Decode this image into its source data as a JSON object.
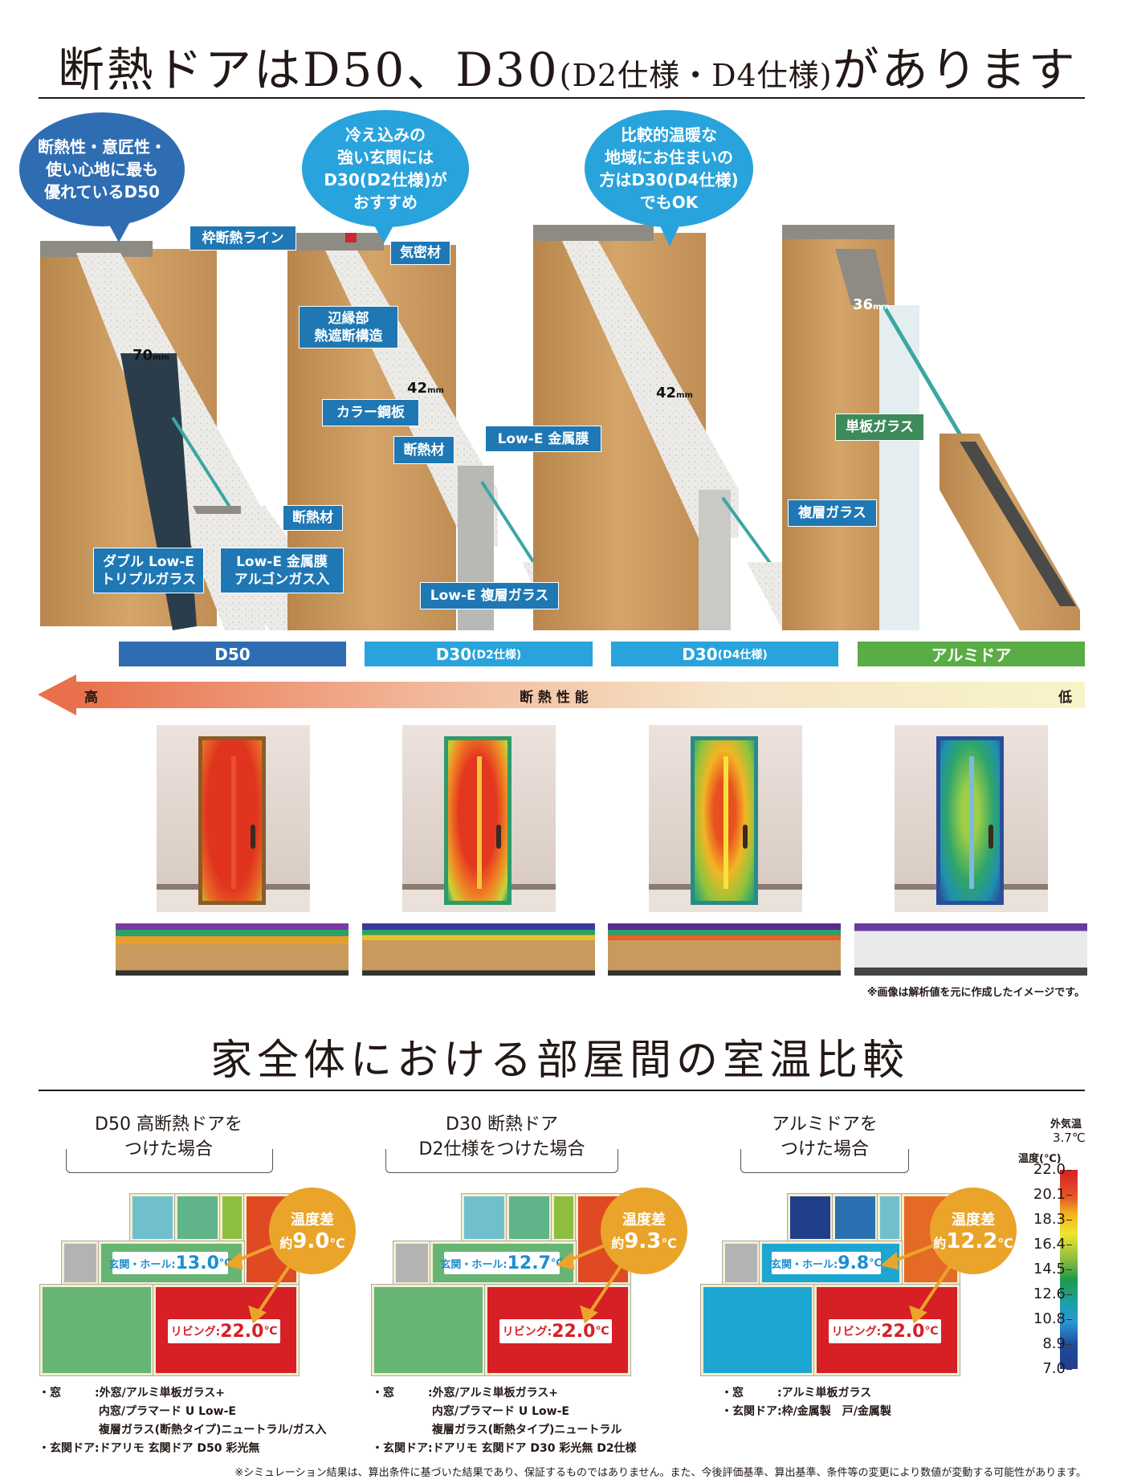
{
  "title": {
    "main_a": "断熱ドアはD50、D30",
    "paren": "(D2仕様・D4仕様)",
    "main_b": "があります"
  },
  "bubbles": [
    {
      "lines": [
        "断熱性・意匠性・",
        "使い心地に最も",
        "優れているD50"
      ]
    },
    {
      "lines": [
        "冷え込みの",
        "強い玄関には",
        "D30(D2仕様)が",
        "おすすめ"
      ]
    },
    {
      "lines": [
        "比較的温暖な",
        "地域にお住まいの",
        "方はD30(D4仕様)",
        "でもOK"
      ]
    }
  ],
  "callouts": {
    "frame_line": "枠断熱ライン",
    "airtight": "気密材",
    "edge_1": "辺縁部",
    "edge_2": "熱遮断構造",
    "steel": "カラー鋼板",
    "insul_d2": "断熱材",
    "lowe_film": "Low-E 金属膜",
    "insul_d50": "断熱材",
    "triple_1": "ダブル Low-E",
    "triple_2": "トリプルガラス",
    "argon_1": "Low-E 金属膜",
    "argon_2": "アルゴンガス入",
    "lowe_double": "Low-E 複層ガラス",
    "single": "単板ガラス",
    "double": "複層ガラス"
  },
  "dimensions": {
    "d50": "70",
    "d2": "42",
    "d4": "42",
    "alumi": "36",
    "unit": "mm"
  },
  "bars": [
    {
      "label": "D50",
      "sub": ""
    },
    {
      "label": "D30",
      "sub": "(D2仕様)"
    },
    {
      "label": "D30",
      "sub": "(D4仕様)"
    },
    {
      "label": "アルミドア",
      "sub": ""
    }
  ],
  "colors": {
    "d50": "#2f6db3",
    "d30": "#29a3dc",
    "alumi": "#5aac44",
    "callout": "#1f78b4",
    "callout_green": "#3d8a5a",
    "diff": "#eaa42a"
  },
  "scale": {
    "high": "高",
    "label": "断 熱 性 能",
    "low": "低"
  },
  "image_note": "※画像は解析値を元に作成したイメージです。",
  "section2_title": "家全体における部屋間の室温比較",
  "plans": [
    {
      "caption1": "D50 高断熱ドアを",
      "caption2": "つけた場合",
      "diff_label": "温度差",
      "diff_prefix": "約",
      "diff_value": "9.0",
      "hall_label": "玄関・ホール:",
      "hall_value": "13.0",
      "living_label": "リビング:",
      "living_value": "22.0",
      "unit": "℃",
      "spec": "・窓　　　:外窓/アルミ単板ガラス+\n　　　　　 内窓/プラマード U Low-E\n　　　　　 複層ガラス(断熱タイプ)ニュートラル/ガス入\n・玄関ドア:ドアリモ 玄関ドア D50 彩光無"
    },
    {
      "caption1": "D30 断熱ドア",
      "caption2": "D2仕様をつけた場合",
      "diff_label": "温度差",
      "diff_prefix": "約",
      "diff_value": "9.3",
      "hall_label": "玄関・ホール:",
      "hall_value": "12.7",
      "living_label": "リビング:",
      "living_value": "22.0",
      "unit": "℃",
      "spec": "・窓　　　:外窓/アルミ単板ガラス+\n　　　　　 内窓/プラマード U Low-E\n　　　　　 複層ガラス(断熱タイプ)ニュートラル\n・玄関ドア:ドアリモ 玄関ドア D30 彩光無 D2仕様"
    },
    {
      "caption1": "アルミドアを",
      "caption2": "つけた場合",
      "diff_label": "温度差",
      "diff_prefix": "約",
      "diff_value": "12.2",
      "hall_label": "玄関・ホール:",
      "hall_value": "9.8",
      "living_label": "リビング:",
      "living_value": "22.0",
      "unit": "℃",
      "spec": "・窓　　　:アルミ単板ガラス\n・玄関ドア:枠/金属製　戸/金属製"
    }
  ],
  "legend": {
    "outside_label": "外気温",
    "outside_value": "3.7℃",
    "title": "温度(℃)",
    "ticks": [
      "22.0",
      "20.1",
      "18.3",
      "16.4",
      "14.5",
      "12.6",
      "10.8",
      "8.9",
      "7.0"
    ]
  },
  "footnote": "※シミュレーション結果は、算出条件に基づいた結果であり、保証するものではありません。また、今後評価基準、算出基準、条件等の変更により数値が変動する可能性があります。"
}
